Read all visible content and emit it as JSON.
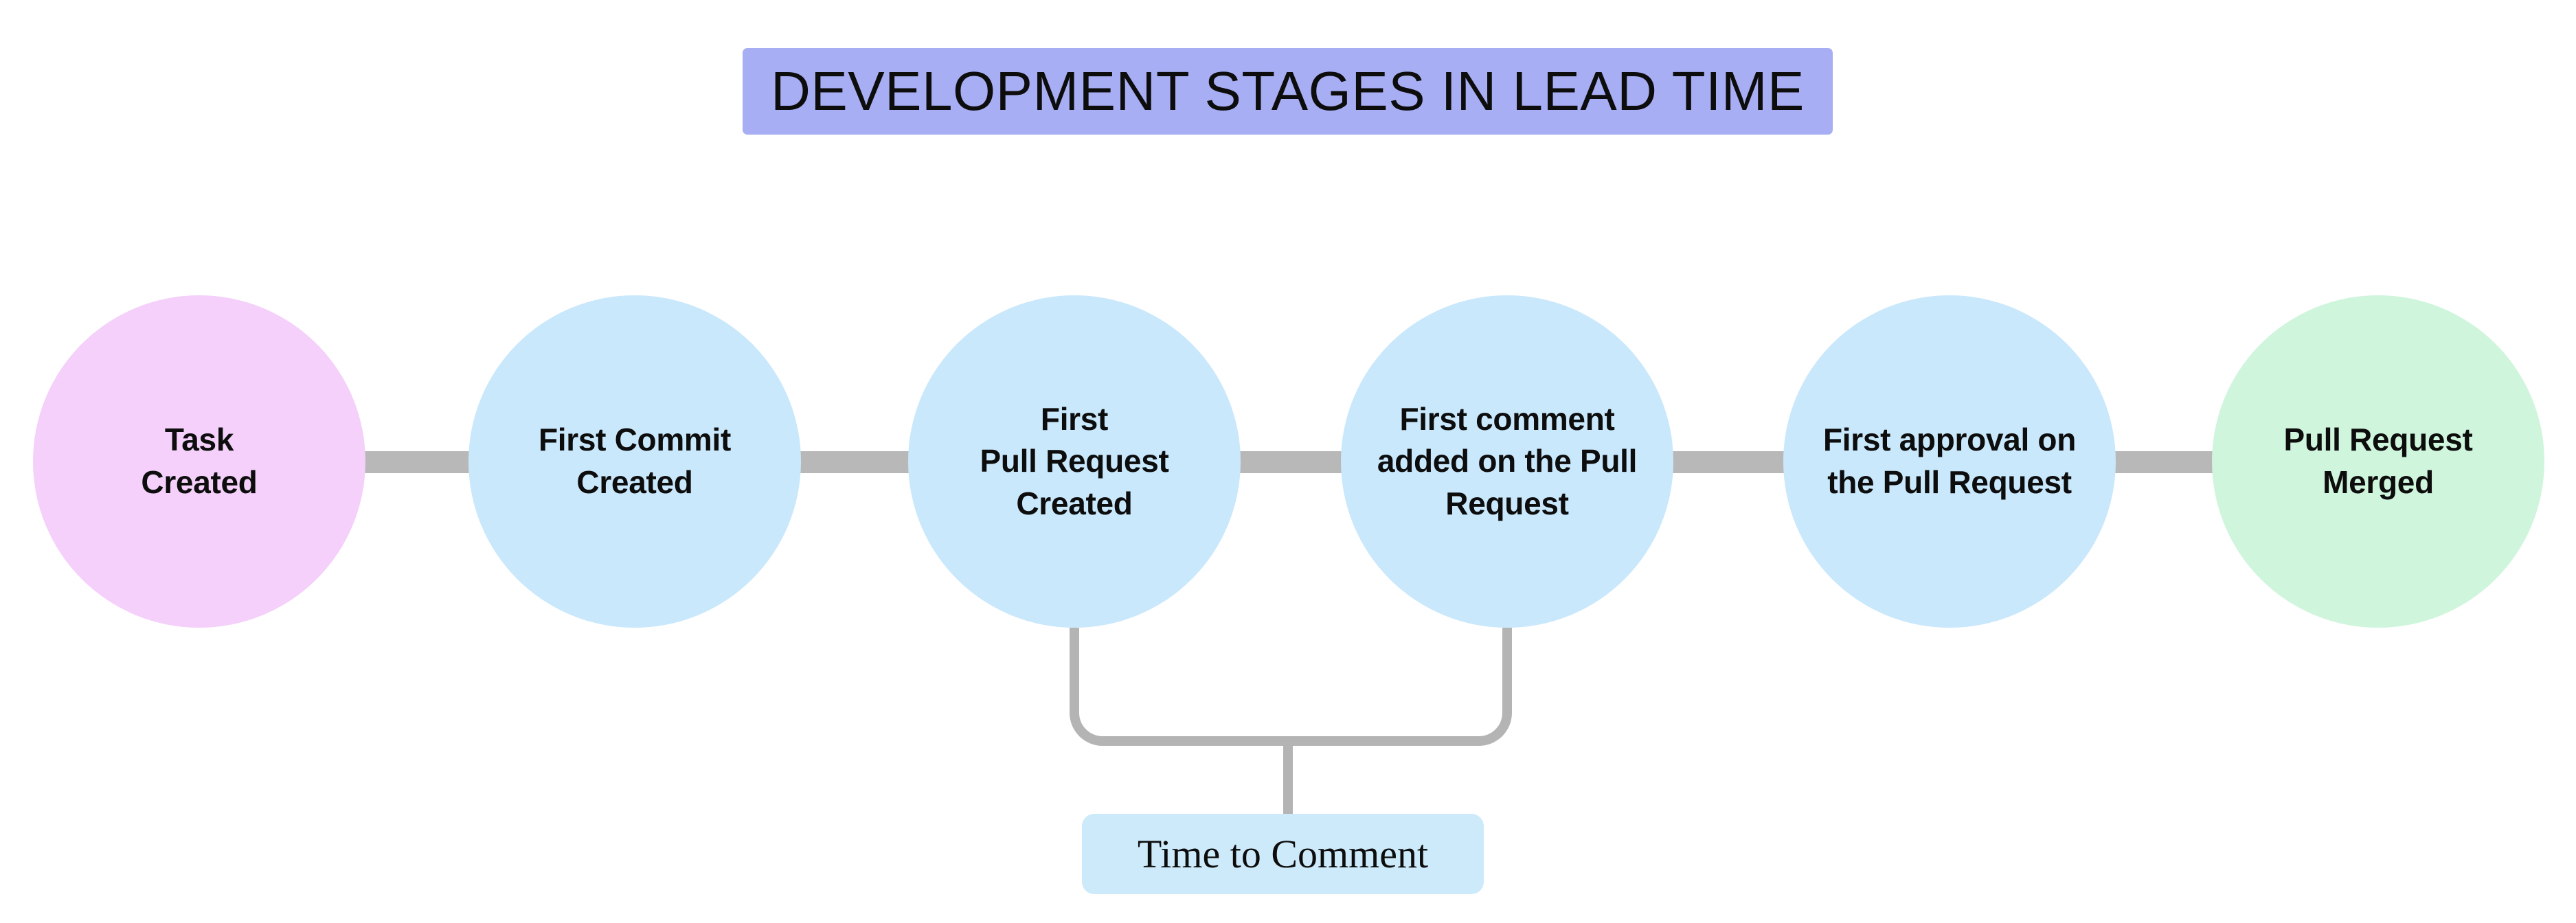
{
  "title": {
    "text": "DEVELOPMENT STAGES IN LEAD TIME"
  },
  "colors": {
    "page_bg": "#ffffff",
    "banner_bg": "#a7aef3",
    "node_pink": "#f4d0fa",
    "node_blue": "#c9e8fc",
    "node_green": "#cff5dd",
    "connector": "#b8b8b8",
    "bracket": "#b4b4b4",
    "annotation_bg": "#cdeafb",
    "text": "#0d0d0d"
  },
  "stages": [
    {
      "name": "task-created",
      "lines": [
        "Task",
        "Created"
      ],
      "color_key": "node_pink"
    },
    {
      "name": "first-commit-created",
      "lines": [
        "First Commit",
        "Created"
      ],
      "color_key": "node_blue"
    },
    {
      "name": "first-pull-request-created",
      "lines": [
        "First",
        "Pull Request",
        "Created"
      ],
      "color_key": "node_blue"
    },
    {
      "name": "first-comment-added",
      "lines": [
        "First comment",
        "added on the Pull",
        "Request"
      ],
      "color_key": "node_blue"
    },
    {
      "name": "first-approval",
      "lines": [
        "First approval on",
        "the Pull Request"
      ],
      "color_key": "node_blue"
    },
    {
      "name": "pull-request-merged",
      "lines": [
        "Pull Request",
        "Merged"
      ],
      "color_key": "node_green"
    }
  ],
  "annotation": {
    "label": "Time to Comment",
    "from_stage": "first-pull-request-created",
    "to_stage": "first-comment-added"
  }
}
